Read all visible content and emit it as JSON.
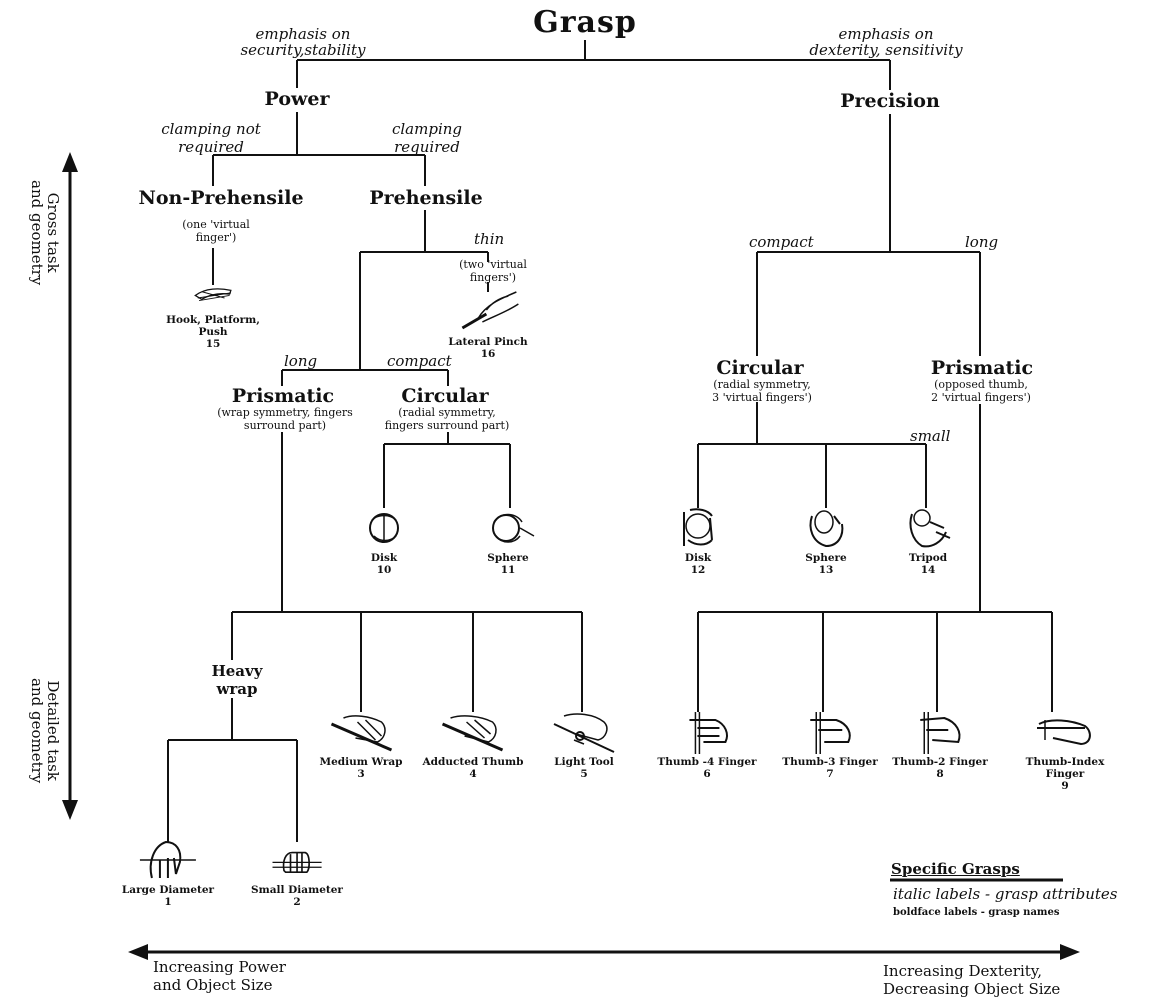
{
  "title": "Grasp",
  "top": {
    "left_attr": [
      "emphasis on",
      "security,stability"
    ],
    "right_attr": [
      "emphasis on",
      "dexterity, sensitivity"
    ]
  },
  "power": {
    "label": "Power",
    "not_required": [
      "clamping not",
      "required"
    ],
    "required": [
      "clamping",
      "required"
    ],
    "non_prehensile": {
      "label": "Non-Prehensile",
      "note": [
        "(one 'virtual",
        "finger')"
      ],
      "grasp": {
        "name": [
          "Hook, Platform,",
          "Push"
        ],
        "number": "15"
      }
    },
    "prehensile": {
      "label": "Prehensile",
      "thin": "thin",
      "thin_note": [
        "(two 'virtual",
        "fingers')"
      ],
      "lateral": {
        "name": "Lateral Pinch",
        "number": "16"
      },
      "long": "long",
      "compact": "compact",
      "prismatic": {
        "label": "Prismatic",
        "note": [
          "(wrap symmetry, fingers",
          "surround part)"
        ]
      },
      "circular": {
        "label": "Circular",
        "note": [
          "(radial symmetry,",
          "fingers surround part)"
        ],
        "disk": {
          "name": "Disk",
          "number": "10"
        },
        "sphere": {
          "name": "Sphere",
          "number": "11"
        }
      },
      "heavy_wrap": [
        "Heavy",
        "wrap"
      ],
      "large": {
        "name": "Large Diameter",
        "number": "1"
      },
      "small": {
        "name": "Small Diameter",
        "number": "2"
      },
      "medium": {
        "name": "Medium Wrap",
        "number": "3"
      },
      "adducted": {
        "name": "Adducted Thumb",
        "number": "4"
      },
      "light": {
        "name": "Light Tool",
        "number": "5"
      }
    }
  },
  "precision": {
    "label": "Precision",
    "compact": "compact",
    "long": "long",
    "circular": {
      "label": "Circular",
      "note": [
        "(radial symmetry,",
        "3 'virtual fingers')"
      ],
      "small": "small",
      "disk": {
        "name": "Disk",
        "number": "12"
      },
      "sphere": {
        "name": "Sphere",
        "number": "13"
      },
      "tripod": {
        "name": "Tripod",
        "number": "14"
      }
    },
    "prismatic": {
      "label": "Prismatic",
      "note": [
        "(opposed thumb,",
        "2 'virtual fingers')"
      ],
      "t4": {
        "name": "Thumb -4 Finger",
        "number": "6"
      },
      "t3": {
        "name": "Thumb-3 Finger",
        "number": "7"
      },
      "t2": {
        "name": "Thumb-2 Finger",
        "number": "8"
      },
      "ti": {
        "name": "Thumb-Index Finger",
        "number": "9"
      }
    }
  },
  "vertical_axis": {
    "top": [
      "Gross task",
      "and geometry"
    ],
    "bottom": [
      "Detailed task",
      "and geometry"
    ]
  },
  "horizontal_axis": {
    "left": [
      "Increasing Power",
      "and Object Size"
    ],
    "right": [
      "Increasing Dexterity,",
      "Decreasing Object Size"
    ]
  },
  "legend": {
    "title": "Specific Grasps",
    "italic": "italic labels - grasp attributes",
    "bold": "boldface labels - grasp names"
  }
}
